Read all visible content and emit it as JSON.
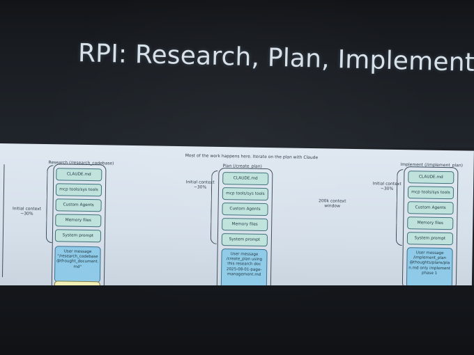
{
  "title": "RPI: Research, Plan, Implement",
  "banner": "Most of the work happens here. Iterate on the plan with Claude",
  "context_window_label": "200k context window",
  "columns": [
    {
      "header": "Research (/research_codebase)",
      "context_label": "Initial context ~30%",
      "boxes": [
        "CLAUDE.md",
        "mcp tools/sys tools",
        "Custom Agents",
        "Memory files",
        "System prompt"
      ],
      "message": [
        "User message",
        "\"/research_codebase",
        "@thought_document.",
        "md\""
      ]
    },
    {
      "header": "Plan (/create_plan)",
      "context_label": "Initial context ~30%",
      "boxes": [
        "CLAUDE.md",
        "mcp tools/sys tools",
        "Custom Agents",
        "Memory files",
        "System prompt"
      ],
      "message": [
        "User message",
        "/create_plan using",
        "this research doc",
        "2025-08-01-page-",
        "management.md"
      ]
    },
    {
      "header": "Implement (/implement_plan)",
      "context_label": "Initial context ~30%",
      "boxes": [
        "CLAUDE.md",
        "mcp tools/sys tools",
        "Custom Agents",
        "Memory files",
        "System prompt"
      ],
      "message": [
        "User message",
        "/implement_plan",
        "@thoughts/plans/pla",
        "n.md only implement",
        "phase 1"
      ]
    }
  ],
  "colors": {
    "box_fill": "#bfe3dc",
    "message_fill": "#8fcbe8",
    "highlight_fill": "#f1efb6",
    "title_text": "#d7e1ea",
    "band_bg": "#dfe8f1"
  }
}
